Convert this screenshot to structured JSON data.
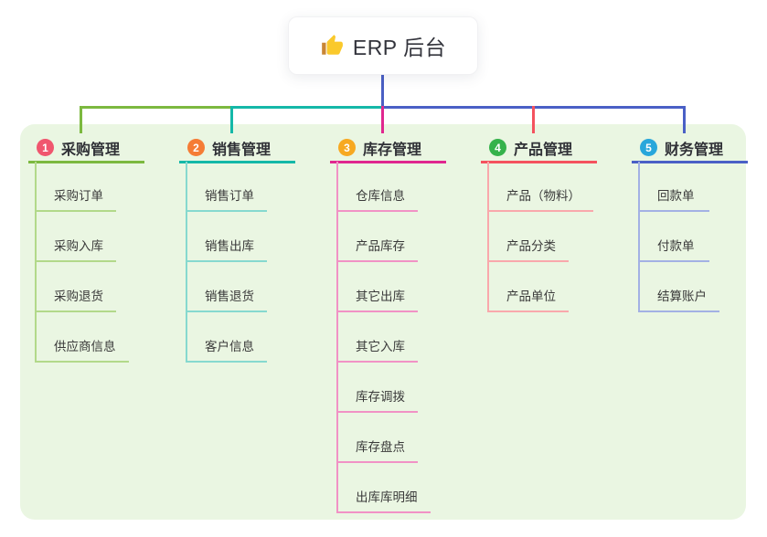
{
  "root": {
    "label": "ERP 后台",
    "icon": "thumbs-up-icon"
  },
  "connector": {
    "stub_color": "#4a5fc4"
  },
  "panel": {
    "bg": "#eaf6e2"
  },
  "colors": {
    "page_bg": "#ffffff",
    "text": "#3a3a3a",
    "header_text": "#2f3036"
  },
  "branches": [
    {
      "num": "1",
      "label": "采购管理",
      "badge_color": "#f0566e",
      "line_color": "#7cb93f",
      "child_line_color": "#b2d98a",
      "children": [
        "采购订单",
        "采购入库",
        "采购退货",
        "供应商信息"
      ]
    },
    {
      "num": "2",
      "label": "销售管理",
      "badge_color": "#f57c35",
      "line_color": "#14b8a8",
      "child_line_color": "#86d9cf",
      "children": [
        "销售订单",
        "销售出库",
        "销售退货",
        "客户信息"
      ]
    },
    {
      "num": "3",
      "label": "库存管理",
      "badge_color": "#f7a921",
      "line_color": "#e0278f",
      "child_line_color": "#f192c5",
      "children": [
        "仓库信息",
        "产品库存",
        "其它出库",
        "其它入库",
        "库存调拨",
        "库存盘点",
        "出库库明细"
      ]
    },
    {
      "num": "4",
      "label": "产品管理",
      "badge_color": "#35b24b",
      "line_color": "#f4525e",
      "child_line_color": "#f9a8ac",
      "children": [
        "产品（物料）",
        "产品分类",
        "产品单位"
      ]
    },
    {
      "num": "5",
      "label": "财务管理",
      "badge_color": "#28a7db",
      "line_color": "#4a60c6",
      "child_line_color": "#a3b1e4",
      "children": [
        "回款单",
        "付款单",
        "结算账户"
      ]
    }
  ]
}
